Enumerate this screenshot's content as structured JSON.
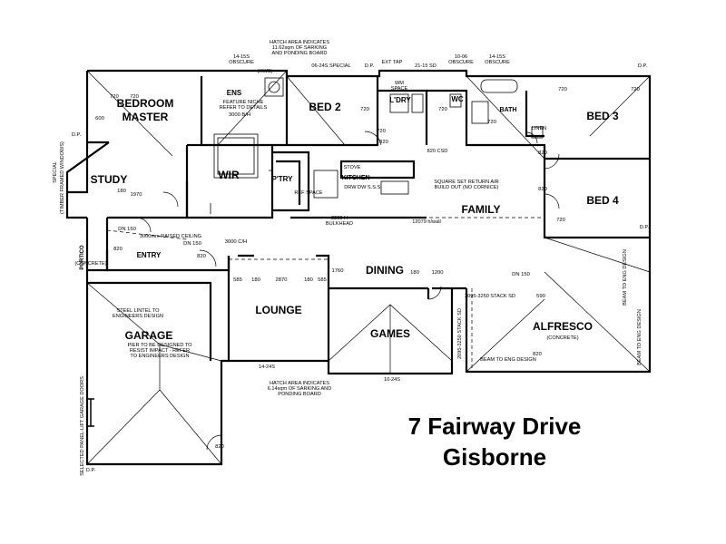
{
  "address": {
    "line1": "7 Fairway Drive",
    "line2": "Gisborne"
  },
  "rooms": [
    {
      "id": "bedroom",
      "text": "BEDROOM"
    },
    {
      "id": "master",
      "text": "MASTER"
    },
    {
      "id": "bed2",
      "text": "BED 2"
    },
    {
      "id": "bed3",
      "text": "BED 3"
    },
    {
      "id": "bed4",
      "text": "BED 4"
    },
    {
      "id": "study",
      "text": "STUDY"
    },
    {
      "id": "wir",
      "text": "WIR"
    },
    {
      "id": "ptry",
      "text": "P'TRY"
    },
    {
      "id": "kitchen",
      "text": "KITCHEN"
    },
    {
      "id": "family",
      "text": "FAMILY"
    },
    {
      "id": "ldry",
      "text": "L'DRY"
    },
    {
      "id": "wc",
      "text": "WC"
    },
    {
      "id": "bath",
      "text": "BATH"
    },
    {
      "id": "ens",
      "text": "ENS"
    },
    {
      "id": "entry",
      "text": "ENTRY"
    },
    {
      "id": "portico",
      "text": "PORTICO"
    },
    {
      "id": "dining",
      "text": "DINING"
    },
    {
      "id": "lounge",
      "text": "LOUNGE"
    },
    {
      "id": "games",
      "text": "GAMES"
    },
    {
      "id": "alfresco",
      "text": "ALFRESCO"
    },
    {
      "id": "garage",
      "text": "GARAGE"
    }
  ],
  "notes": [
    {
      "id": "hatch-top-1",
      "text": "HATCH AREA INDICATES"
    },
    {
      "id": "hatch-top-2",
      "text": "11.62sqm OF SARKING"
    },
    {
      "id": "hatch-top-3",
      "text": "AND PONDING BOARD"
    },
    {
      "id": "obscure-left-1",
      "text": "14-15S"
    },
    {
      "id": "obscure-left-2",
      "text": "OBSCURE"
    },
    {
      "id": "special-top",
      "text": "06-24S SPECIAL"
    },
    {
      "id": "dp-top",
      "text": "D.P."
    },
    {
      "id": "ext-tap",
      "text": "EXT TAP"
    },
    {
      "id": "sd-top",
      "text": "21-15 SD"
    },
    {
      "id": "obscure-mid-1",
      "text": "10-06"
    },
    {
      "id": "obscure-mid-2",
      "text": "OBSCURE"
    },
    {
      "id": "obscure-right-1",
      "text": "14-15S"
    },
    {
      "id": "obscure-right-2",
      "text": "OBSCURE"
    },
    {
      "id": "dp-top-right",
      "text": "D.P."
    },
    {
      "id": "hws",
      "text": "(HWS)"
    },
    {
      "id": "feature-niche-1",
      "text": "FEATURE NICHE"
    },
    {
      "id": "feature-niche-2",
      "text": "REFER TO DETAILS"
    },
    {
      "id": "wm-space-1",
      "text": "WM"
    },
    {
      "id": "wm-space-2",
      "text": "SPACE"
    },
    {
      "id": "linen",
      "text": "LINEN"
    },
    {
      "id": "stove",
      "text": "STOVE"
    },
    {
      "id": "dw",
      "text": "DRW  DW   S.S.S."
    },
    {
      "id": "ref-space",
      "text": "REF SPACE"
    },
    {
      "id": "csd",
      "text": "820 CSD"
    },
    {
      "id": "square-set-1",
      "text": "SQUARE SET RETURN AIR"
    },
    {
      "id": "square-set-2",
      "text": "BUILD OUT (NO CORNICE)"
    },
    {
      "id": "bulkhead-1",
      "text": "2290 H"
    },
    {
      "id": "bulkhead-2",
      "text": "BULKHEAD"
    },
    {
      "id": "wall-dim",
      "text": "12079 h/wall"
    },
    {
      "id": "raised-ceiling",
      "text": "3000mm RAISED CEILING"
    },
    {
      "id": "special-left",
      "text": "SPECIAL"
    },
    {
      "id": "timber-framed",
      "text": "(TIMBER FRAMED WINDOWS)"
    },
    {
      "id": "portico-concrete",
      "text": "(CONCRETE)"
    },
    {
      "id": "steel-lintel-1",
      "text": "STEEL LINTEL TO"
    },
    {
      "id": "steel-lintel-2",
      "text": "ENGINEERS DESIGN"
    },
    {
      "id": "pier-1",
      "text": "PIER TO BE DESIGNED TO"
    },
    {
      "id": "pier-2",
      "text": "RESIST IMPACT - REFER"
    },
    {
      "id": "pier-3",
      "text": "TO ENGINEERS DESIGN"
    },
    {
      "id": "garage-doors",
      "text": "SELECTED PANEL-LIFT GARAGE DOORS"
    },
    {
      "id": "hatch-bottom-0",
      "text": "14-24S"
    },
    {
      "id": "hatch-bottom-1",
      "text": "HATCH AREA INDICATES"
    },
    {
      "id": "hatch-bottom-2",
      "text": "6.14sqm OF SARKING AND"
    },
    {
      "id": "hatch-bottom-3",
      "text": "PONDING BOARD"
    },
    {
      "id": "games-window",
      "text": "10-24S"
    },
    {
      "id": "stack-sd-1",
      "text": "2095-3250 STACK SD"
    },
    {
      "id": "stack-sd-2",
      "text": "2095-3250 STACK SD"
    },
    {
      "id": "alfresco-concrete",
      "text": "(CONCRETE)"
    },
    {
      "id": "beam-1",
      "text": "BEAM TO ENG DESIGN"
    },
    {
      "id": "beam-2",
      "text": "BEAM TO ENG DESIGN"
    },
    {
      "id": "beam-3",
      "text": "BEAM TO ENG DESIGN"
    },
    {
      "id": "dp-left",
      "text": "D.P."
    },
    {
      "id": "dp-bottom",
      "text": "D.P."
    },
    {
      "id": "dp-right",
      "text": "D.P."
    }
  ],
  "dims": [
    {
      "id": "d-600",
      "text": "600"
    },
    {
      "id": "d-720-1",
      "text": "720"
    },
    {
      "id": "d-720-2",
      "text": "720"
    },
    {
      "id": "d-720-3",
      "text": "720"
    },
    {
      "id": "d-720-4",
      "text": "720"
    },
    {
      "id": "d-720-5",
      "text": "720"
    },
    {
      "id": "d-720-6",
      "text": "720"
    },
    {
      "id": "d-720-7",
      "text": "720"
    },
    {
      "id": "d-720-8",
      "text": "720"
    },
    {
      "id": "d-720-9",
      "text": "720"
    },
    {
      "id": "d-820-1",
      "text": "820"
    },
    {
      "id": "d-820-2",
      "text": "820"
    },
    {
      "id": "d-820-3",
      "text": "820"
    },
    {
      "id": "d-820-4",
      "text": "820"
    },
    {
      "id": "d-820-5",
      "text": "820"
    },
    {
      "id": "d-820-6",
      "text": "820"
    },
    {
      "id": "d-820-7",
      "text": "820"
    },
    {
      "id": "d-1970",
      "text": "1970"
    },
    {
      "id": "d-180-1",
      "text": "180"
    },
    {
      "id": "d-180-2",
      "text": "180"
    },
    {
      "id": "d-180-3",
      "text": "180"
    },
    {
      "id": "d-180-4",
      "text": "180"
    },
    {
      "id": "d-2870",
      "text": "2870"
    },
    {
      "id": "d-585-1",
      "text": "585"
    },
    {
      "id": "d-585-2",
      "text": "585"
    },
    {
      "id": "d-1200",
      "text": "1200"
    },
    {
      "id": "d-590",
      "text": "590"
    },
    {
      "id": "d-150-1",
      "text": "DN 150"
    },
    {
      "id": "d-150-2",
      "text": "DN 150"
    },
    {
      "id": "d-150-3",
      "text": "DN 150"
    },
    {
      "id": "d-1760",
      "text": "1760"
    },
    {
      "id": "d-3000",
      "text": "3000 B/H"
    },
    {
      "id": "d-ch",
      "text": "3000 C/H"
    }
  ]
}
